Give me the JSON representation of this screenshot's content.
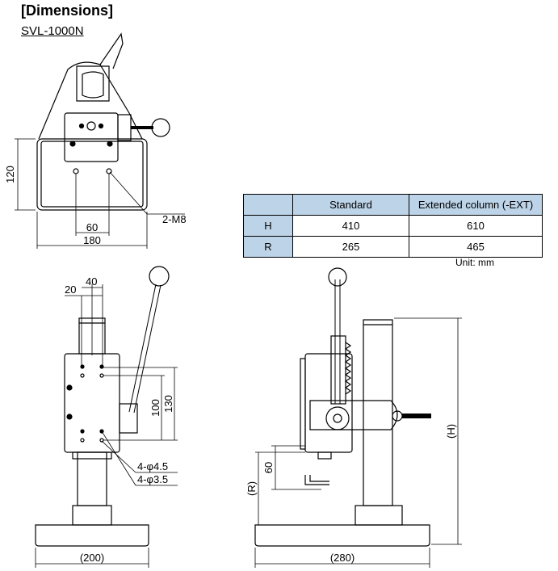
{
  "heading": "[Dimensions]",
  "model": "SVL-1000N",
  "table": {
    "header_blank": "",
    "col1": "Standard",
    "col2": "Extended column (-EXT)",
    "rows": [
      {
        "label": "H",
        "standard": "410",
        "extended": "610"
      },
      {
        "label": "R",
        "standard": "265",
        "extended": "465"
      }
    ]
  },
  "unit_note": "Unit: mm",
  "top_view": {
    "dim_height": "120",
    "dim_hole_pitch": "60",
    "dim_width": "180",
    "holes_note": "2-M8"
  },
  "front_view": {
    "dim_20": "20",
    "dim_40": "40",
    "dim_100": "100",
    "dim_130": "130",
    "hole1": "4-φ4.5",
    "hole2": "4-φ3.5",
    "dim_base": "(200)"
  },
  "side_view": {
    "dim_60": "60",
    "dim_R": "(R)",
    "dim_H": "(H)",
    "dim_base": "(280)"
  }
}
